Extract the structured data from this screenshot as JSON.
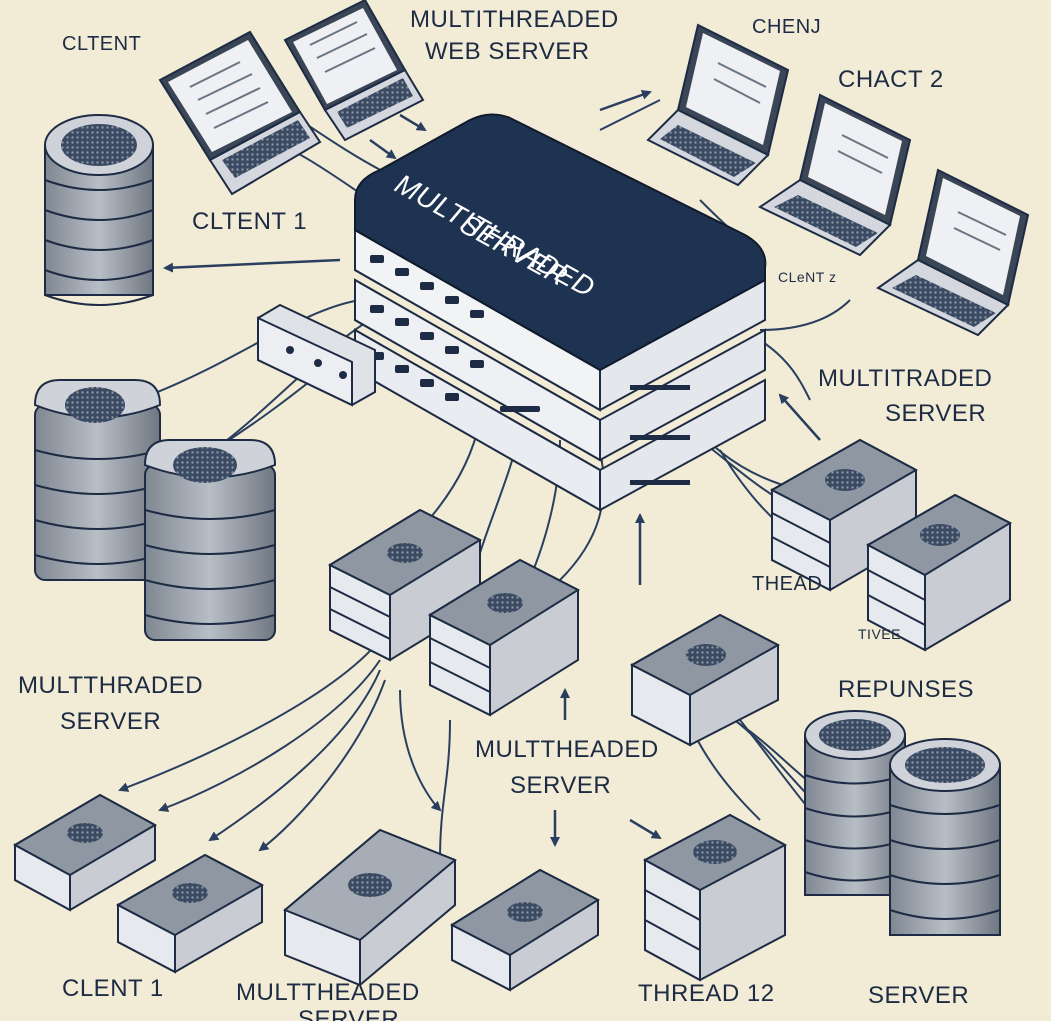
{
  "labels": {
    "client_top_left": "CLTENT",
    "web_server_title_1": "MULTITHREADED",
    "web_server_title_2": "WEB SERVER",
    "chent": "CHENJ",
    "chact_2": "CHACT 2",
    "client_1_top": "CLTENT 1",
    "main_server_1": "MULTITHRADED",
    "main_server_2": "SERVER",
    "clent_z": "CLeNT z",
    "right_server_1": "MULTITRADED",
    "right_server_2": "SERVER",
    "thead": "THEAD",
    "tivee": "TIVEE",
    "left_server_1": "MULTTHRADED",
    "left_server_2": "SERVER",
    "repunses": "REPUNSES",
    "center_server_1": "MULTTHEADED",
    "center_server_2": "SERVER",
    "clent_1_bottom": "CLENT 1",
    "bottom_server_1": "MULTTHEADED",
    "bottom_server_2": "SERVER",
    "thread_12": "THREAD 12",
    "server_bottom_right": "SERVER"
  },
  "colors": {
    "background": "#f2ecd6",
    "ink": "#1d2b44",
    "server_top": "#1e3352",
    "server_body": "#e9ecf0",
    "device_gray": "#9aa1ab",
    "device_light": "#c9cdd3",
    "wire": "#2a3f5f"
  }
}
